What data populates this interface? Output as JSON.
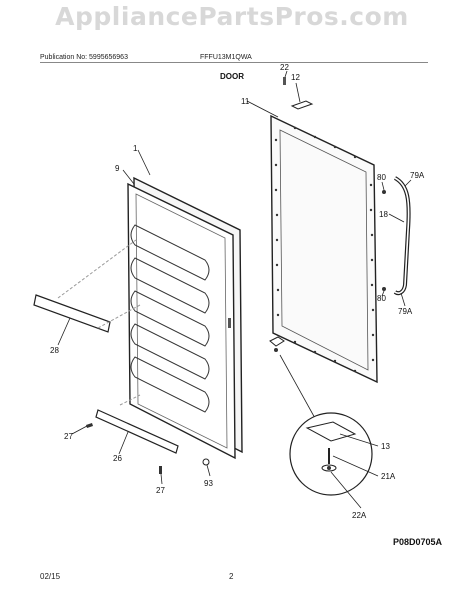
{
  "watermark": "AppliancePartsPros.com",
  "header": {
    "publication": "Publication No: 5995656963",
    "model": "FFFU13M1QWA"
  },
  "title": "DOOR",
  "diagram_code": "P08D0705A",
  "footer": {
    "date": "02/15",
    "page": "2"
  },
  "callouts": {
    "c22": "22",
    "c12": "12",
    "c11": "11",
    "c1": "1",
    "c9": "9",
    "c80a": "80",
    "c79a_top": "79A",
    "c18": "18",
    "c80b": "80",
    "c79a_bot": "79A",
    "c28": "28",
    "c27a": "27",
    "c26": "26",
    "c27b": "27",
    "c93": "93",
    "c13": "13",
    "c21a": "21A",
    "c22a": "22A"
  }
}
